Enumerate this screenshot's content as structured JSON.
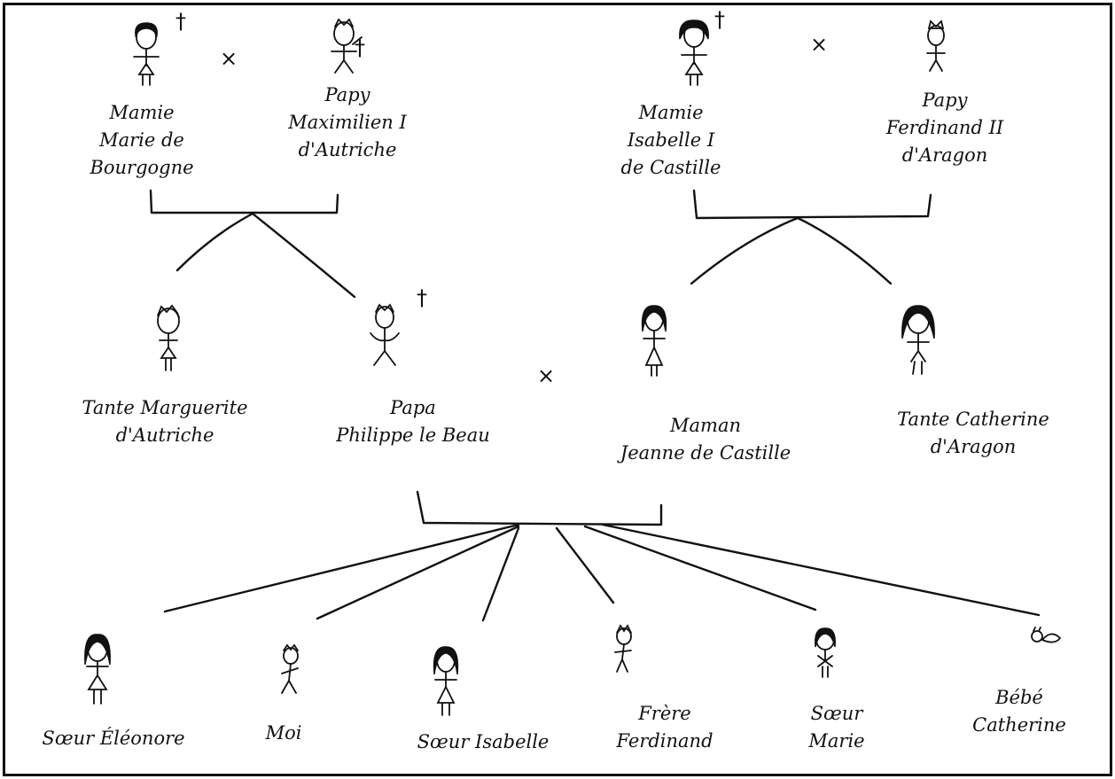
{
  "grandparents": [
    {
      "name_lines": [
        "Mamie",
        "Marie de",
        "Bourgogne"
      ],
      "deceased": true
    },
    {
      "name_lines": [
        "Papy",
        "Maximilien I",
        "d'Autriche"
      ],
      "deceased": true
    },
    {
      "name_lines": [
        "Mamie",
        "Isabelle I",
        "de Castille"
      ],
      "deceased": true
    },
    {
      "name_lines": [
        "Papy",
        "Ferdinand II",
        "d'Aragon"
      ],
      "deceased": false
    }
  ],
  "parents_generation": [
    {
      "name_lines": [
        "Tante Marguerite",
        "d'Autriche"
      ]
    },
    {
      "name_lines": [
        "Papa",
        "Philippe le Beau"
      ],
      "deceased": true
    },
    {
      "name_lines": [
        "Maman",
        "Jeanne de Castille"
      ]
    },
    {
      "name_lines": [
        "Tante Catherine",
        "d'Aragon"
      ]
    }
  ],
  "children": [
    {
      "name_lines": [
        "Sœur Éléonore"
      ]
    },
    {
      "name_lines": [
        "Moi"
      ]
    },
    {
      "name_lines": [
        "Sœur Isabelle"
      ]
    },
    {
      "name_lines": [
        "Frère",
        "Ferdinand"
      ]
    },
    {
      "name_lines": [
        "Sœur",
        "Marie"
      ]
    },
    {
      "name_lines": [
        "Bébé",
        "Catherine"
      ]
    }
  ],
  "symbols": {
    "marriage": "×",
    "deceased": "†"
  },
  "icons": {
    "person": "stick-figure-icon",
    "baby": "baby-figure-icon"
  }
}
